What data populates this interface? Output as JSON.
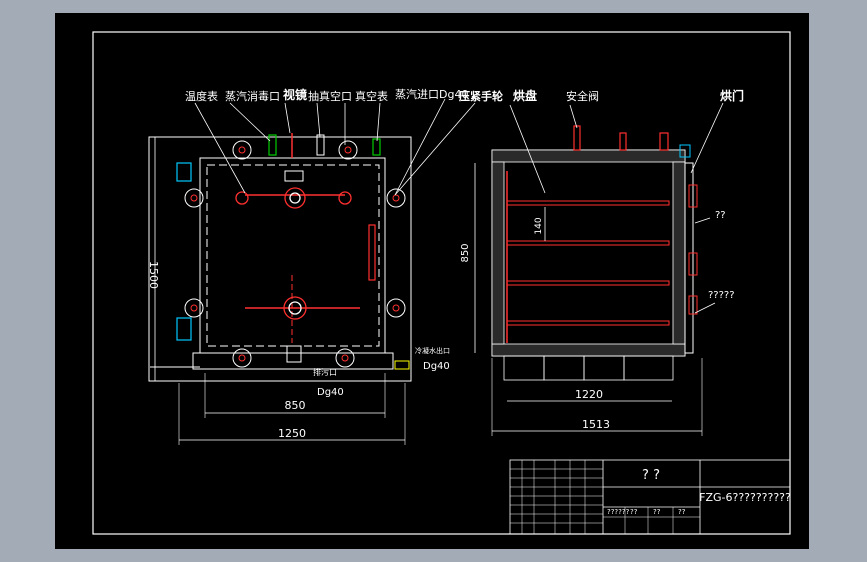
{
  "colors": {
    "frame": "#ffffff",
    "fill_red": "#ff3030",
    "accent_yellow": "#ffff00",
    "accent_green": "#00cc00",
    "pipe_cyan": "#00c8ff",
    "viewport_bg": "#000000",
    "app_bg": "#a3abb6"
  },
  "labels": {
    "thermometer": "温度表",
    "steam_disinfect": "蒸汽消毒口",
    "sight_glass": "视镜",
    "vacuum_port": "抽真空口",
    "vacuum_gauge": "真空表",
    "steam_inlet": "蒸汽进口Dg40",
    "clamp_wheel": "压紧手轮",
    "tray": "烘盘",
    "safety_valve": "安全阀",
    "oven_door": "烘门",
    "right_note_1": "??",
    "right_note_2": "?????",
    "condensate_outlet": "冷凝水出口",
    "condensate_dg": "Dg40",
    "drain_outlet": "排污口",
    "drain_dg": "Dg40"
  },
  "dimensions": {
    "left_height": "1500",
    "left_inner_width": "850",
    "left_outer_width": "1250",
    "right_height": "850",
    "tray_spacing": "140",
    "right_inner_width": "1220",
    "right_outer_width": "1513"
  },
  "title_block": {
    "project": "? ?",
    "drawing_name": "FZG-6??????????",
    "col_a": "??????",
    "col_b": "??",
    "col_c": "??",
    "col_d": "??"
  }
}
